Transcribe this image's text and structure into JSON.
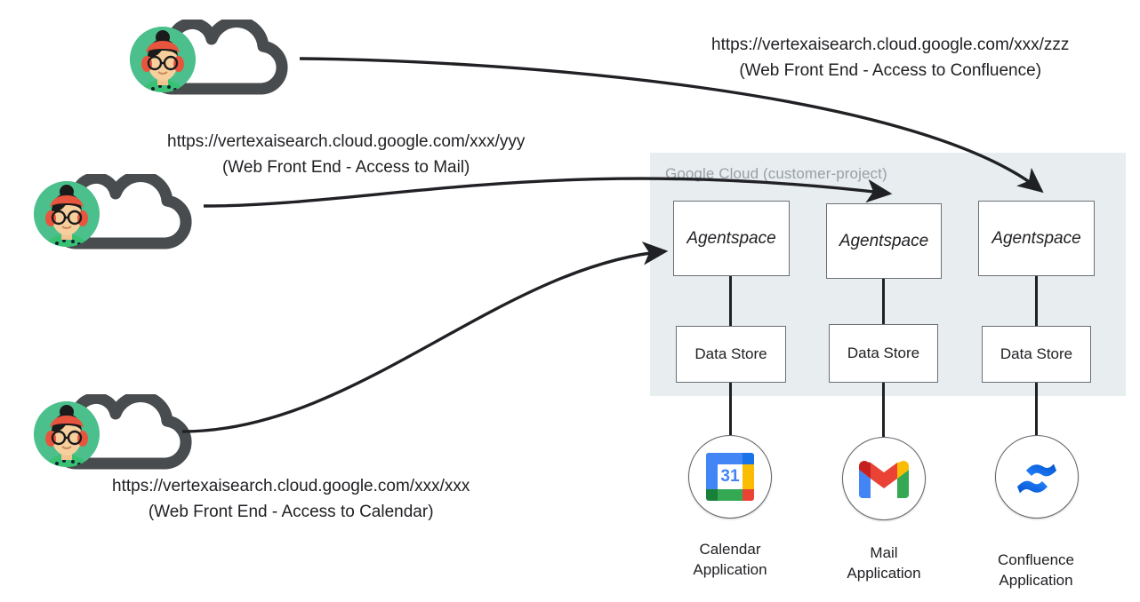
{
  "diagram": {
    "title": "Agentspace multi-datastore access architecture",
    "cloud_region": {
      "label": "Google Cloud (customer-project)",
      "label_color": "#9aa0a6",
      "fill_color": "#e8edf0"
    },
    "columns": [
      {
        "id": "calendar",
        "agentspace_label": "Agentspace",
        "datastore_label": "Data Store",
        "app_icon": "google-calendar-icon",
        "app_icon_day": "31",
        "app_label_line1": "Calendar",
        "app_label_line2": "Application"
      },
      {
        "id": "mail",
        "agentspace_label": "Agentspace",
        "datastore_label": "Data Store",
        "app_icon": "gmail-icon",
        "app_label_line1": "Mail",
        "app_label_line2": "Application"
      },
      {
        "id": "confluence",
        "agentspace_label": "Agentspace",
        "datastore_label": "Data Store",
        "app_icon": "confluence-icon",
        "app_label_line1": "Confluence",
        "app_label_line2": "Application"
      }
    ],
    "users": [
      {
        "id": "confluence-user",
        "icon": "user-cloud-icon",
        "url": "https://vertexaisearch.cloud.google.com/xxx/zzz",
        "description": "(Web Front End - Access to Confluence)",
        "target": "confluence"
      },
      {
        "id": "mail-user",
        "icon": "user-cloud-icon",
        "url": "https://vertexaisearch.cloud.google.com/xxx/yyy",
        "description": "(Web Front End - Access to Mail)",
        "target": "mail"
      },
      {
        "id": "calendar-user",
        "icon": "user-cloud-icon",
        "url": "https://vertexaisearch.cloud.google.com/xxx/xxx",
        "description": "(Web Front End - Access to Calendar)",
        "target": "calendar"
      }
    ],
    "colors": {
      "arrow": "#202124",
      "box_border": "#6b7076",
      "avatar_bg": "#4cc08c",
      "cloud_stroke": "#494c4e",
      "calendar_blue": "#4285f4",
      "gmail_red": "#ea4335",
      "confluence_blue": "#2684ff"
    }
  }
}
